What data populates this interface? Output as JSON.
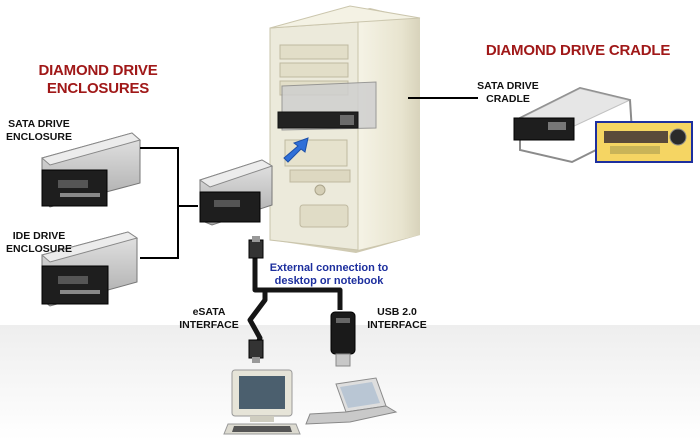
{
  "titles": {
    "enclosures": [
      "DIAMOND DRIVE",
      "ENCLOSURES"
    ],
    "cradle": "DIAMOND DRIVE CRADLE"
  },
  "labels": {
    "sata_enclosure": [
      "SATA DRIVE",
      "ENCLOSURE"
    ],
    "ide_enclosure": [
      "IDE DRIVE",
      "ENCLOSURE"
    ],
    "sata_cradle": [
      "SATA DRIVE",
      "CRADLE"
    ],
    "external_connection": [
      "External connection to",
      "desktop or notebook"
    ],
    "esata_interface": [
      "eSATA",
      "INTERFACE"
    ],
    "usb_interface": [
      "USB 2.0",
      "INTERFACE"
    ]
  },
  "colors": {
    "title_red": "#a01818",
    "link_blue": "#1d2f9e",
    "arrow_blue": "#2f6fd8",
    "tower_beige": "#ece8d4",
    "drive_silver": "#c4c4c4"
  },
  "icons": [
    "tower-computer",
    "drive-enclosure",
    "drive-cradle",
    "desktop-computer",
    "laptop",
    "usb-adapter",
    "esata-cable",
    "insert-arrow"
  ]
}
